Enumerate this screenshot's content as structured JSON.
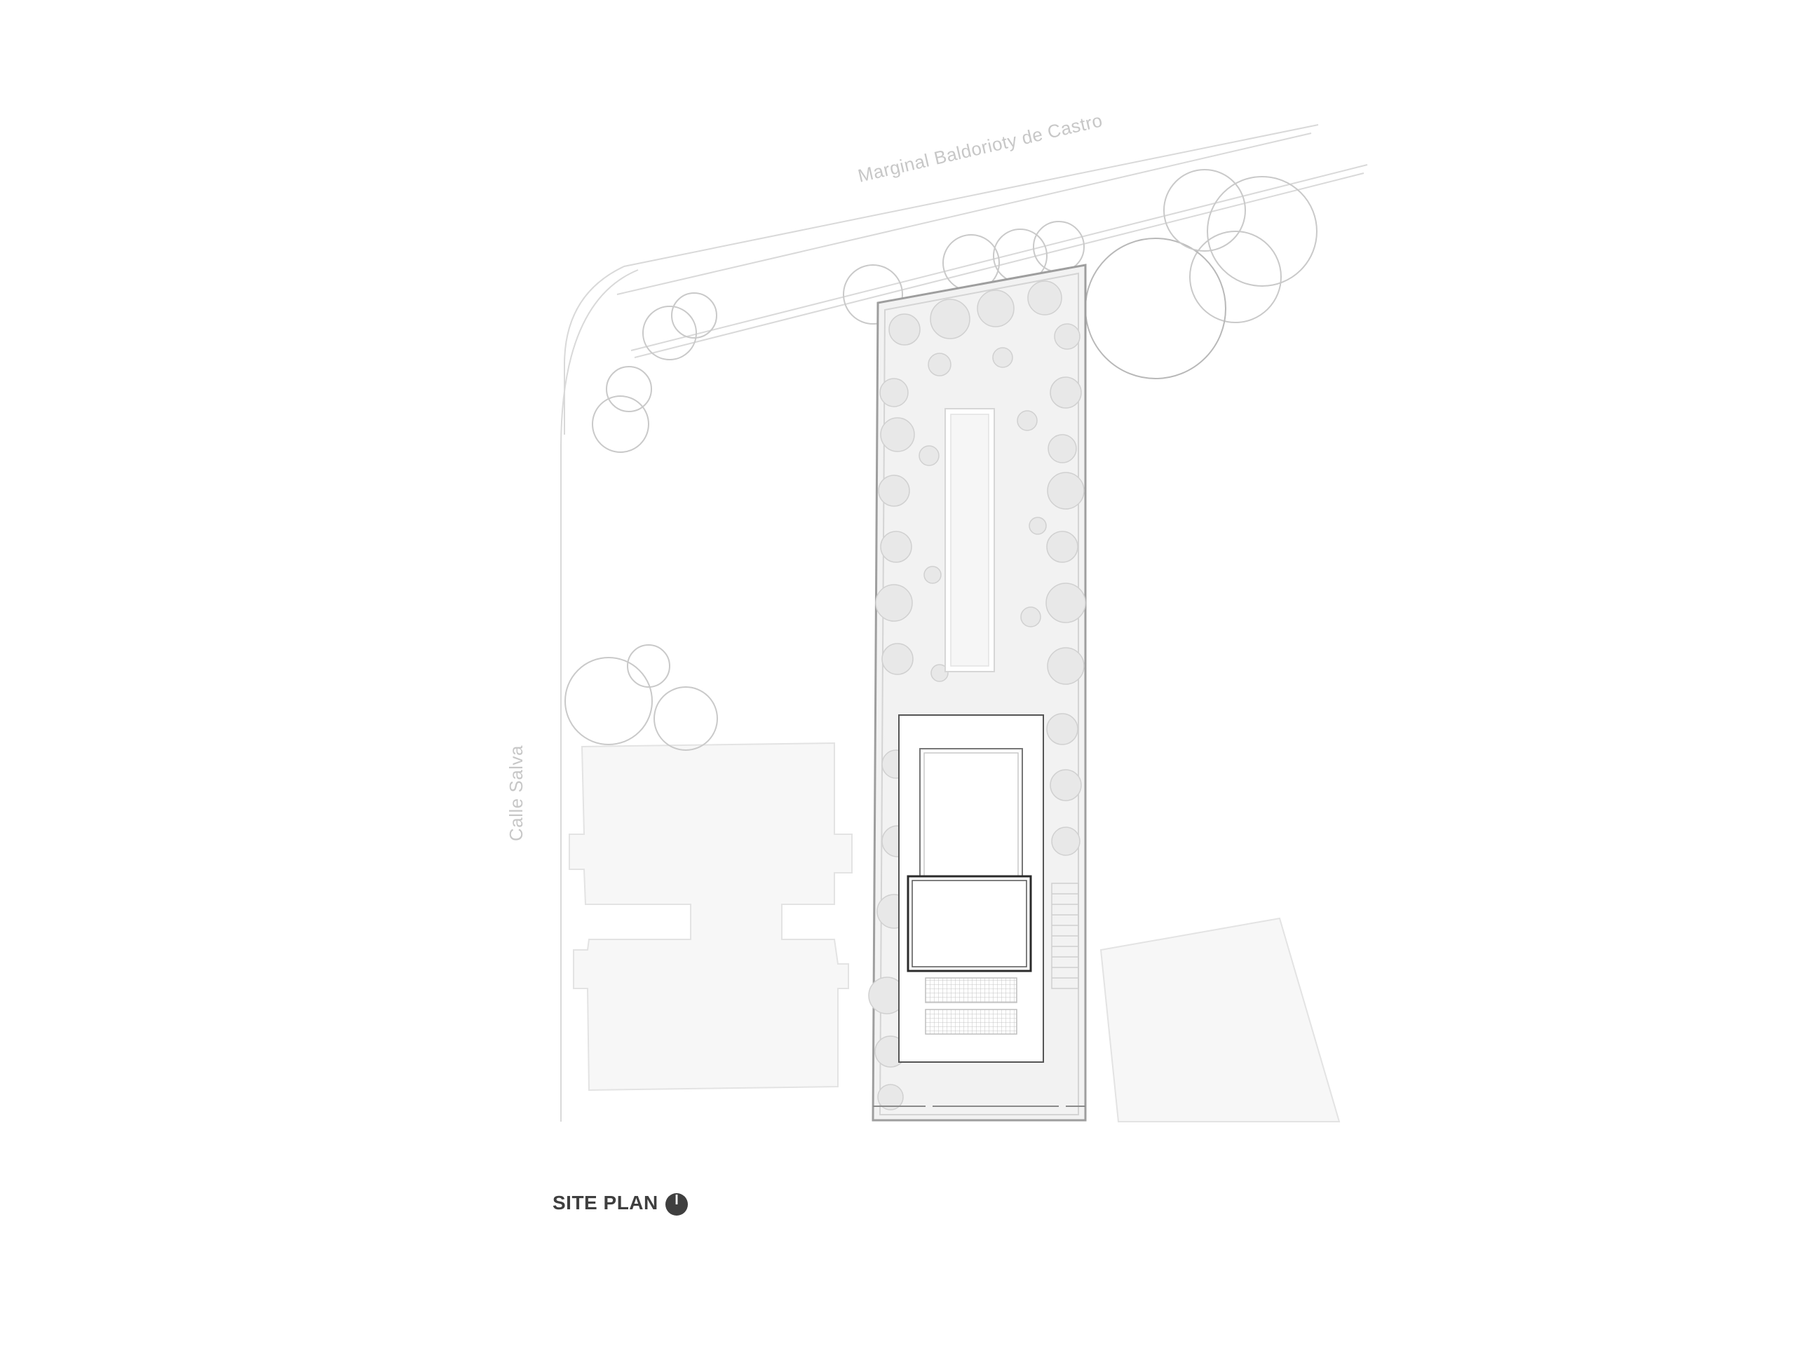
{
  "drawing": {
    "title": "SITE PLAN",
    "street_top": "Marginal  Baldorioty de Castro",
    "street_left": "Calle Salva"
  },
  "icons": {
    "north_arrow": "north-arrow-icon"
  },
  "colors": {
    "linework": "#bdbdbd",
    "dark_line": "#2b2b2b",
    "garden_fill": "#f1f1f1",
    "building_fill": "#f7f7f7",
    "title": "#3f3f3f"
  }
}
